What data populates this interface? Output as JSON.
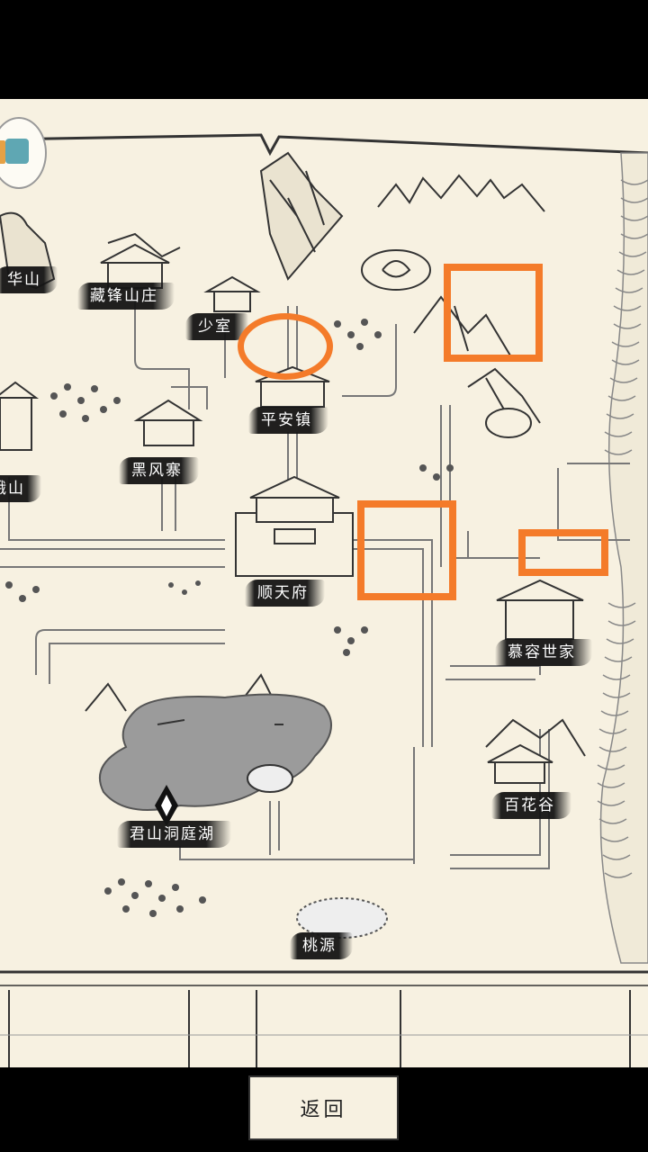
{
  "map": {
    "locations": [
      {
        "id": "huashan",
        "label": "华山"
      },
      {
        "id": "cangfeng",
        "label": "藏锋山庄"
      },
      {
        "id": "shaoshi",
        "label": "少室"
      },
      {
        "id": "pingan",
        "label": "平安镇"
      },
      {
        "id": "heifeng",
        "label": "黑风寨"
      },
      {
        "id": "left_mid",
        "label": "峨山"
      },
      {
        "id": "shuntian",
        "label": "顺天府"
      },
      {
        "id": "murong",
        "label": "慕容世家"
      },
      {
        "id": "baihua",
        "label": "百花谷"
      },
      {
        "id": "junshan",
        "label": "君山洞庭湖"
      },
      {
        "id": "taoyuan",
        "label": "桃源"
      }
    ]
  },
  "footer": {
    "back_label": "返回"
  },
  "colors": {
    "marker": "#f47b2a",
    "paper": "#f7f1e1",
    "ink": "#222222",
    "lake": "#9b9b9b"
  }
}
